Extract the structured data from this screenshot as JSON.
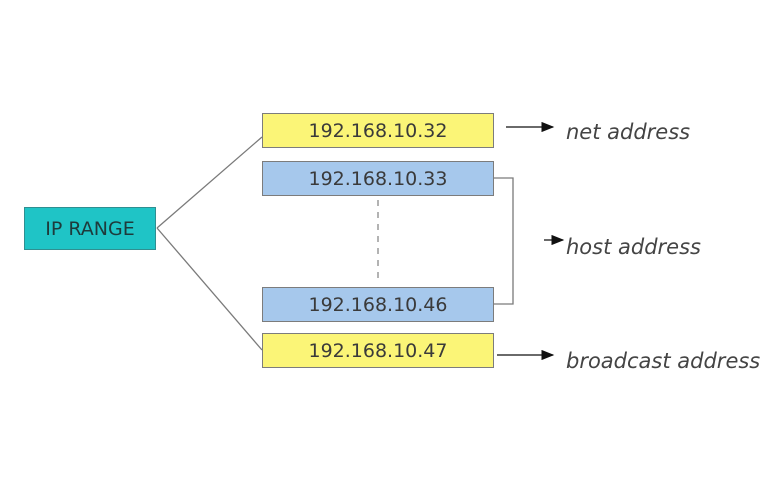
{
  "range": {
    "label": "IP RANGE"
  },
  "addresses": {
    "net": "192.168.10.32",
    "host_first": "192.168.10.33",
    "host_last": "192.168.10.46",
    "broadcast": "192.168.10.47"
  },
  "labels": {
    "net": "net address",
    "host": "host address",
    "broadcast": "broadcast address"
  },
  "colors": {
    "range_fill": "#1fc4c6",
    "net_broadcast_fill": "#fbf577",
    "host_fill": "#a6c8ec"
  }
}
